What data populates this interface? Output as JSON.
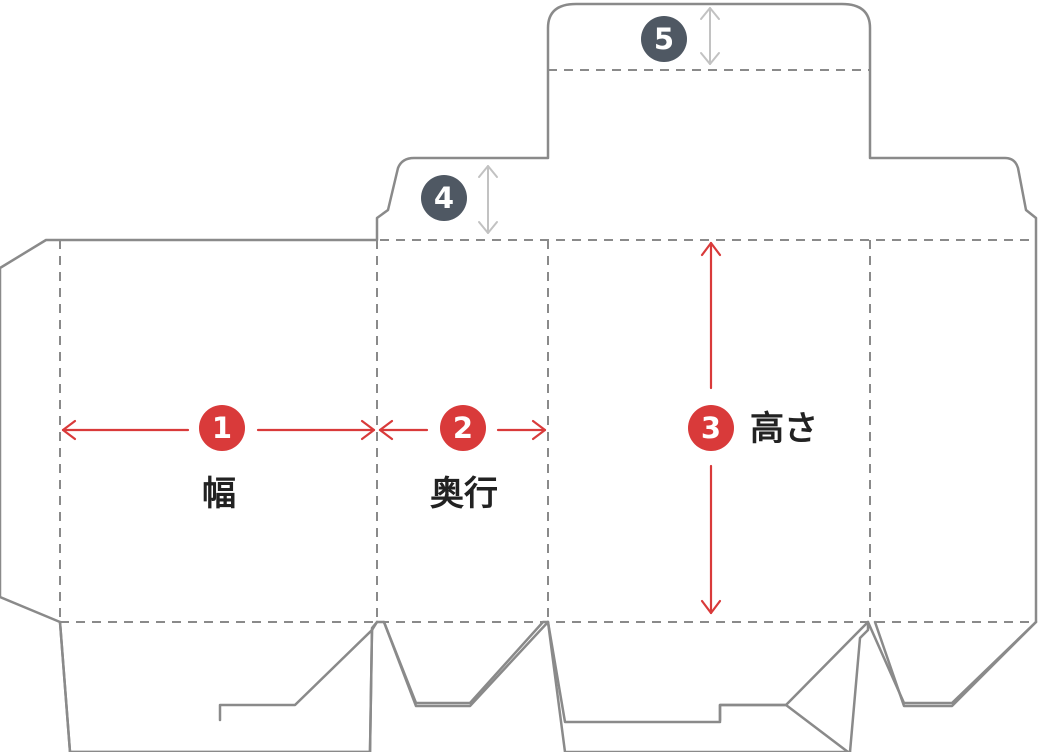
{
  "markers": {
    "m1": "1",
    "m2": "2",
    "m3": "3",
    "m4": "4",
    "m5": "5"
  },
  "labels": {
    "width": "幅",
    "depth": "奥行",
    "height": "高さ"
  },
  "colors": {
    "red_marker": "#d93a3a",
    "grey_marker": "#4f5863",
    "outline": "#8a8a8a",
    "arrow_red": "#d93a3a",
    "arrow_grey": "#c2c2c2"
  }
}
